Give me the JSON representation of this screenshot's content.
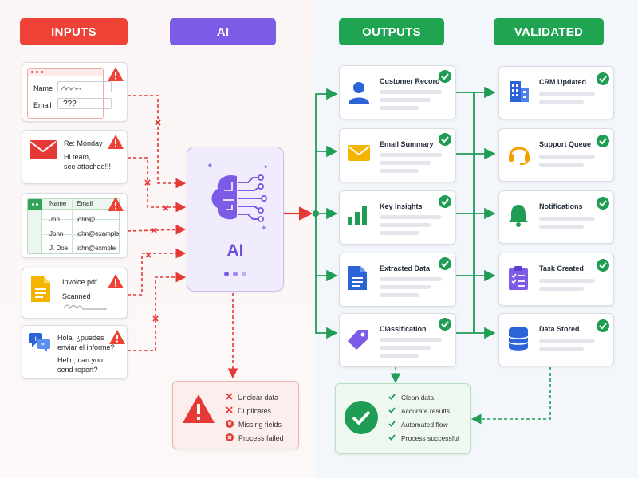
{
  "headers": {
    "inputs": "INPUTS",
    "ai": "AI",
    "outputs": "OUTPUTS",
    "validated": "VALIDATED"
  },
  "inputs": {
    "form": {
      "name_label": "Name",
      "email_label": "Email",
      "email_value": "???"
    },
    "email": {
      "subject": "Re: Monday",
      "line1": "Hi team,",
      "line2": "see attached!!!"
    },
    "table": {
      "headers": [
        "Name",
        "Email"
      ],
      "rows": [
        [
          "Jon",
          "john@"
        ],
        [
          "John",
          "john@example"
        ],
        [
          "J. Doe",
          "john@exmple"
        ]
      ]
    },
    "invoice": {
      "filename": "Invoice.pdf",
      "status": "Scanned"
    },
    "translation": {
      "line1": "Hola, ¿puedes",
      "line2": "enviar el informe?",
      "line3": "Hello, can you",
      "line4": "send report?"
    }
  },
  "ai": {
    "label": "AI"
  },
  "errors": {
    "items": [
      "Unclear data",
      "Duplicates",
      "Missing fields",
      "Process failed"
    ]
  },
  "outputs": {
    "items": [
      "Customer Record",
      "Email Summary",
      "Key Insights",
      "Extracted Data",
      "Classification"
    ]
  },
  "validated": {
    "items": [
      "CRM Updated",
      "Support Queue",
      "Notifications",
      "Task Created",
      "Data Stored"
    ]
  },
  "summary": {
    "items": [
      "Clean data",
      "Accurate results",
      "Automated flow",
      "Process successful"
    ]
  },
  "colors": {
    "red": "#ef4237",
    "purple": "#7c5ce6",
    "green": "#1f9d55",
    "blue": "#2b63d9"
  }
}
